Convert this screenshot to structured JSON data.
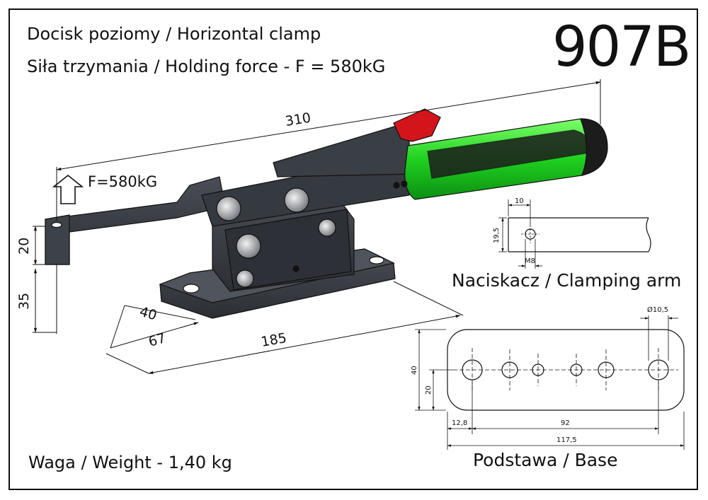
{
  "header": {
    "title": "Docisk poziomy / Horizontal clamp",
    "holding_force": "Siła trzymania / Holding force - F = 580kG",
    "model": "907B"
  },
  "main_drawing": {
    "force_label": "F=580kG",
    "dim_length": "310",
    "dim_arm_height": "20",
    "dim_base_height": "35",
    "dim_base_depth_inner": "40",
    "dim_base_depth_outer": "67",
    "dim_base_length": "185"
  },
  "clamping_arm": {
    "label": "Naciskacz / Clamping arm",
    "dim_hole_offset": "10",
    "dim_width": "19,5",
    "dim_thread": "M8"
  },
  "base": {
    "label": "Podstawa / Base",
    "dim_hole_diameter": "Ø10,5",
    "dim_height": "40",
    "dim_half_height": "20",
    "dim_edge_offset": "12,8",
    "dim_hole_spacing": "92",
    "dim_total_length": "117,5"
  },
  "footer": {
    "weight": "Waga / Weight - 1,40 kg"
  },
  "colors": {
    "body": "#3a3e45",
    "handle_green": "#1fd11f",
    "handle_black": "#1c1c1c",
    "latch_red": "#d3151b"
  }
}
